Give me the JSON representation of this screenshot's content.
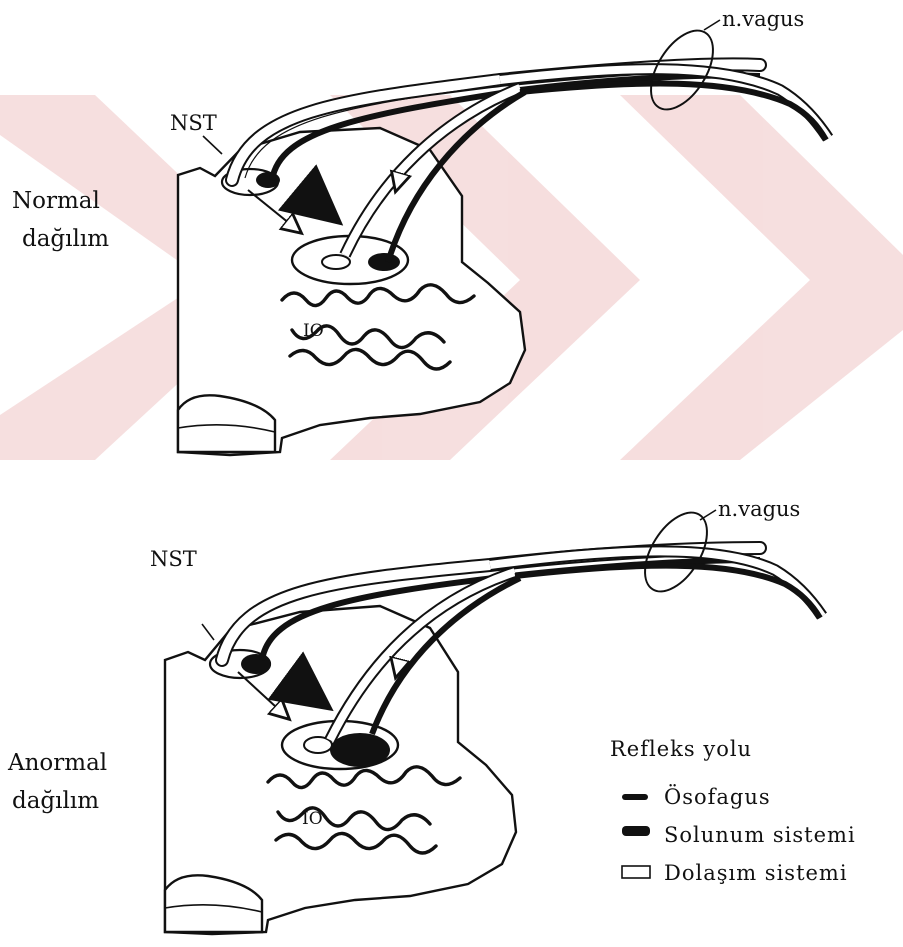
{
  "panels": {
    "top": {
      "side_label_line1": "Normal",
      "side_label_line2": "dağılım",
      "nst": "NST",
      "nerve": "n.vagus",
      "nucleus": "IO"
    },
    "bottom": {
      "side_label_line1": "Anormal",
      "side_label_line2": "dağılım",
      "nst": "NST",
      "nerve": "n.vagus",
      "nucleus": "IO"
    }
  },
  "legend": {
    "title": "Refleks yolu",
    "items": [
      {
        "label": "Ösofagus",
        "swatch": "thin-dark"
      },
      {
        "label": "Solunum sistemi",
        "swatch": "solid-dark"
      },
      {
        "label": "Dolaşım sistemi",
        "swatch": "outline"
      }
    ]
  },
  "colors": {
    "ink": "#111111",
    "watermark": "#f3d4d4"
  }
}
